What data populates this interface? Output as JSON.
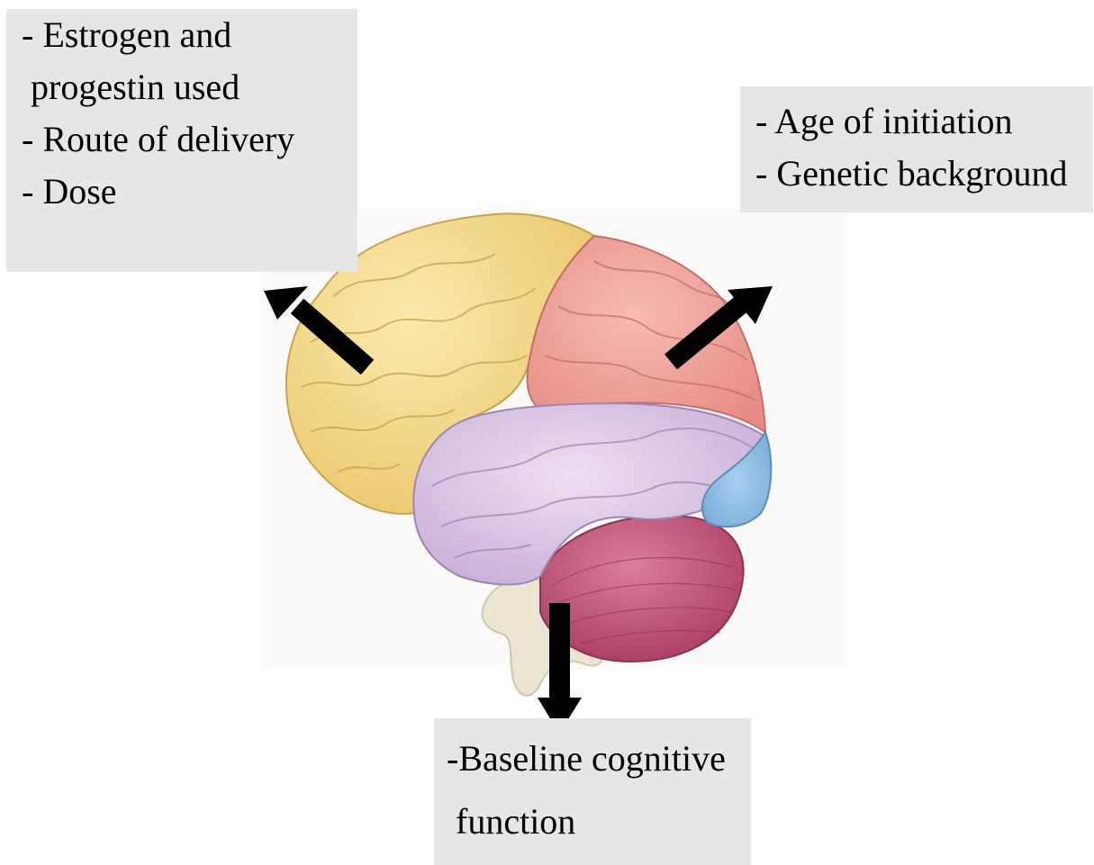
{
  "factors": {
    "treatment": {
      "lines": [
        "- Estrogen and",
        "progestin used",
        "- Route of delivery",
        "- Dose"
      ]
    },
    "patient": {
      "lines": [
        "- Age of initiation",
        "- Genetic background"
      ]
    },
    "baseline": {
      "lines": [
        "-Baseline cognitive",
        "function"
      ]
    }
  },
  "colors": {
    "box_bg": "#e6e6e6",
    "frontal_lobe": "#f3d98a",
    "parietal_lobe": "#ee9e95",
    "temporal_lobe": "#dcc6e6",
    "occipital_lobe": "#8ebde0",
    "cerebellum": "#c7557a",
    "brainstem": "#ebe5d2",
    "arrow": "#000000"
  }
}
